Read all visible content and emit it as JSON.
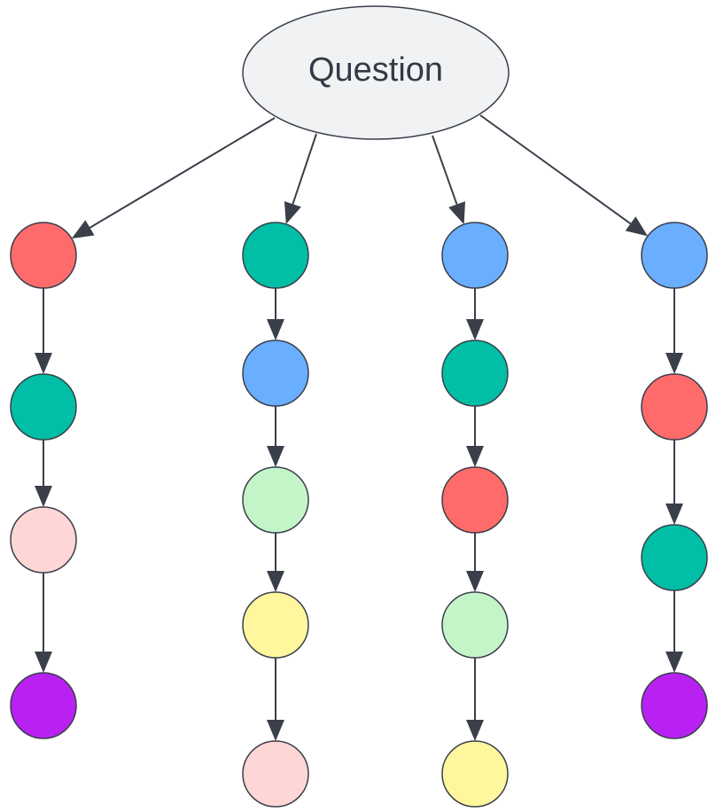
{
  "root": {
    "label": "Question",
    "color": "#f1f2f4"
  },
  "palette": {
    "red": "#ff6b6b",
    "teal": "#00bfa6",
    "blue": "#6aaeff",
    "light-pink": "#ffd6d6",
    "purple": "#b821f2",
    "light-green": "#c3f5c9",
    "light-yellow": "#fff79e",
    "line": "#3a3f4a"
  },
  "branches": [
    {
      "nodes": [
        "red",
        "teal",
        "light-pink",
        "purple"
      ]
    },
    {
      "nodes": [
        "teal",
        "blue",
        "light-green",
        "light-yellow",
        "light-pink"
      ]
    },
    {
      "nodes": [
        "blue",
        "teal",
        "red",
        "light-green",
        "light-yellow"
      ]
    },
    {
      "nodes": [
        "blue",
        "red",
        "teal",
        "purple"
      ]
    }
  ]
}
